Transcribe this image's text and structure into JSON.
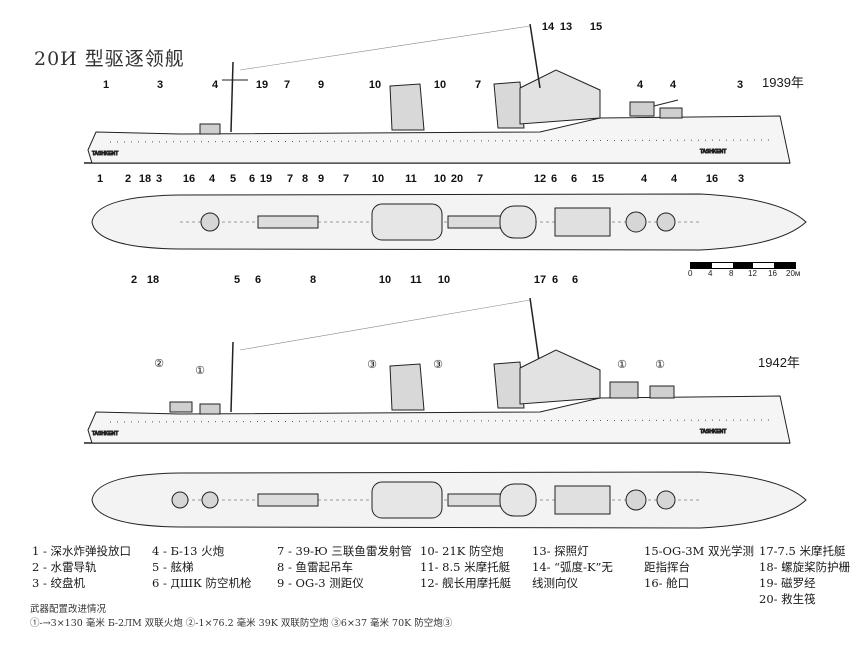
{
  "title": "20И 型驱逐领舰",
  "years": {
    "top": "1939年",
    "bottom": "1942年"
  },
  "hull_name": "TASHKENT",
  "callouts_1939_side": [
    "1",
    "3",
    "4",
    "19",
    "7",
    "9",
    "10",
    "10",
    "7",
    "14",
    "13",
    "15",
    "4",
    "4",
    "3"
  ],
  "callouts_1939_top_above": [
    "1",
    "2",
    "18",
    "3",
    "16",
    "4",
    "5",
    "6",
    "19",
    "7",
    "8",
    "9",
    "7",
    "10",
    "11",
    "10",
    "20",
    "7",
    "12",
    "6",
    "6",
    "15",
    "4",
    "4",
    "16",
    "3"
  ],
  "callouts_1939_top_below": [
    "2",
    "18",
    "5",
    "6",
    "8",
    "10",
    "11",
    "10",
    "17",
    "6",
    "6"
  ],
  "callouts_1942": [
    "②",
    "①",
    "③",
    "③",
    "①",
    "①"
  ],
  "scale": {
    "labels": [
      "0",
      "4",
      "8",
      "12",
      "16",
      "20м"
    ]
  },
  "legend": [
    [
      "1 - 深水炸弹投放口",
      "2 - 水雷导轨",
      "3 - 绞盘机"
    ],
    [
      "4 - Б-13 火炮",
      "5 - 舷梯",
      "6 - ДШК 防空机枪"
    ],
    [
      "7 - 39-Ю 三联鱼雷发射管",
      "8 - 鱼雷起吊车",
      "9 - OG-3 测距仪"
    ],
    [
      "10- 21K 防空炮",
      "11- 8.5 米摩托艇",
      "12- 舰长用摩托艇"
    ],
    [
      "13- 探照灯",
      "14- “弧度-K”无",
      "线测向仪"
    ],
    [
      "15-OG-3M 双光学测",
      "距指挥台",
      "16- 舱口"
    ],
    [
      "17-7.5 米摩托艇",
      "18- 螺旋桨防护栅",
      "19- 磁罗经",
      "20- 救生筏"
    ]
  ],
  "notes": {
    "heading": "武器配置改进情况",
    "line": "①-→3×130 毫米 Б-2ЛМ 双联火炮  ②-1×76.2 毫米 39K 双联防空炮  ③6×37 毫米 70K 防空炮③"
  }
}
